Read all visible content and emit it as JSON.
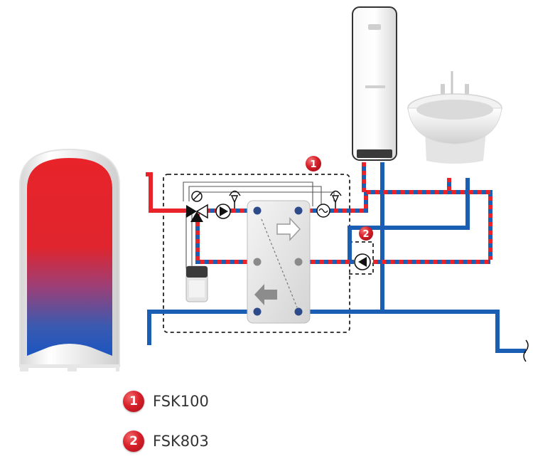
{
  "diagram": {
    "markers": [
      {
        "number": "1"
      },
      {
        "number": "2"
      }
    ]
  },
  "legend": {
    "items": [
      {
        "number": "1",
        "label": "FSK100"
      },
      {
        "number": "2",
        "label": "FSK803"
      }
    ]
  },
  "colors": {
    "hot": "#e8232a",
    "cold": "#1a5fb4",
    "badge": "#d8202a"
  }
}
